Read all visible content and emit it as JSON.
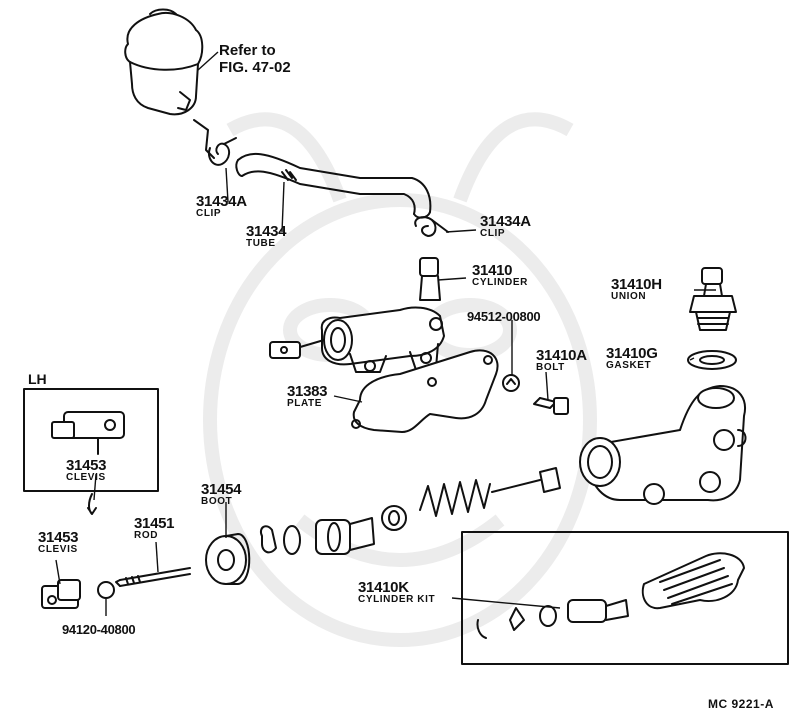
{
  "diagram": {
    "refer_note": {
      "line1": "Refer to",
      "line2": "FIG. 47-02"
    },
    "drawing_code": "MC  9221-A",
    "inset_lh_title": "LH",
    "parts": [
      {
        "id": "31434A",
        "name": "CLIP"
      },
      {
        "id": "31434",
        "name": "TUBE"
      },
      {
        "id": "31434A",
        "name": "CLIP"
      },
      {
        "id": "31410",
        "name": "CYLINDER"
      },
      {
        "id": "31410H",
        "name": "UNION"
      },
      {
        "id": "94512-00800",
        "name": ""
      },
      {
        "id": "31410A",
        "name": "BOLT"
      },
      {
        "id": "31410G",
        "name": "GASKET"
      },
      {
        "id": "31383",
        "name": "PLATE"
      },
      {
        "id": "31453",
        "name": "CLEVIS"
      },
      {
        "id": "31454",
        "name": "BOOT"
      },
      {
        "id": "31453",
        "name": "CLEVIS"
      },
      {
        "id": "31451",
        "name": "ROD"
      },
      {
        "id": "94120-40800",
        "name": ""
      },
      {
        "id": "31410K",
        "name": "CYLINDER  KIT"
      }
    ],
    "colors": {
      "ink": "#111111",
      "paper": "#ffffff",
      "watermark": "#ececec"
    }
  }
}
